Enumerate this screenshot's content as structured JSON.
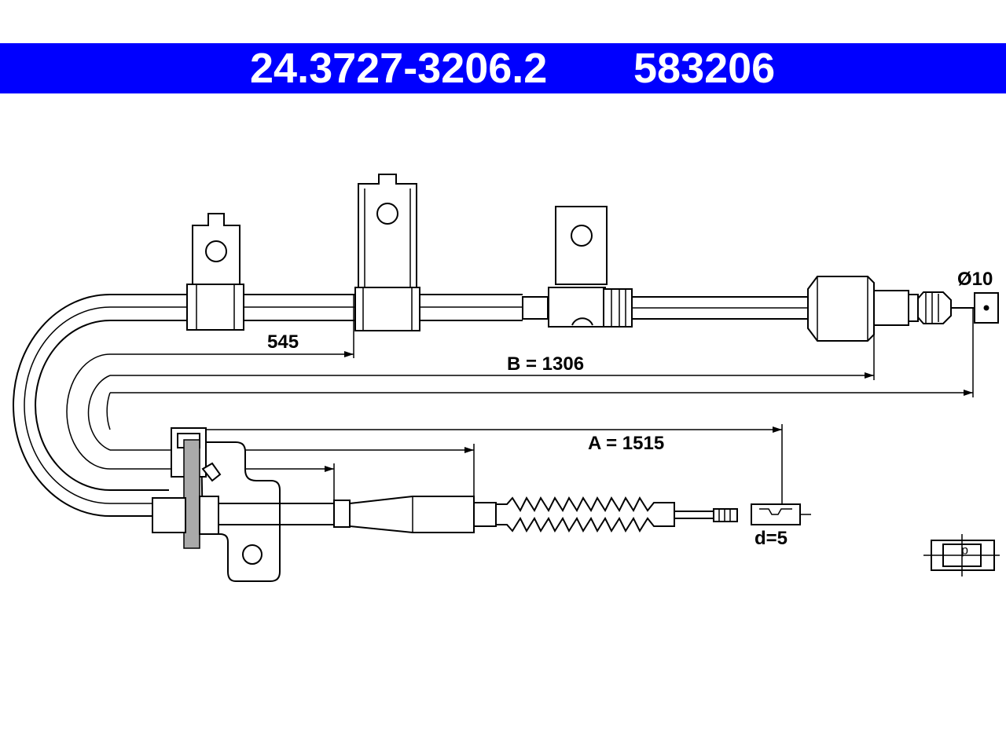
{
  "header": {
    "part_number": "24.3727-3206.2",
    "ref_number": "583206",
    "background_color": "#0000ff",
    "text_color": "#ffffff"
  },
  "dimensions": {
    "first_clip": "545",
    "length_b": "B = 1306",
    "length_a": "A = 1515",
    "nipple_diameter": "Ø10",
    "cable_diameter": "d=5"
  }
}
